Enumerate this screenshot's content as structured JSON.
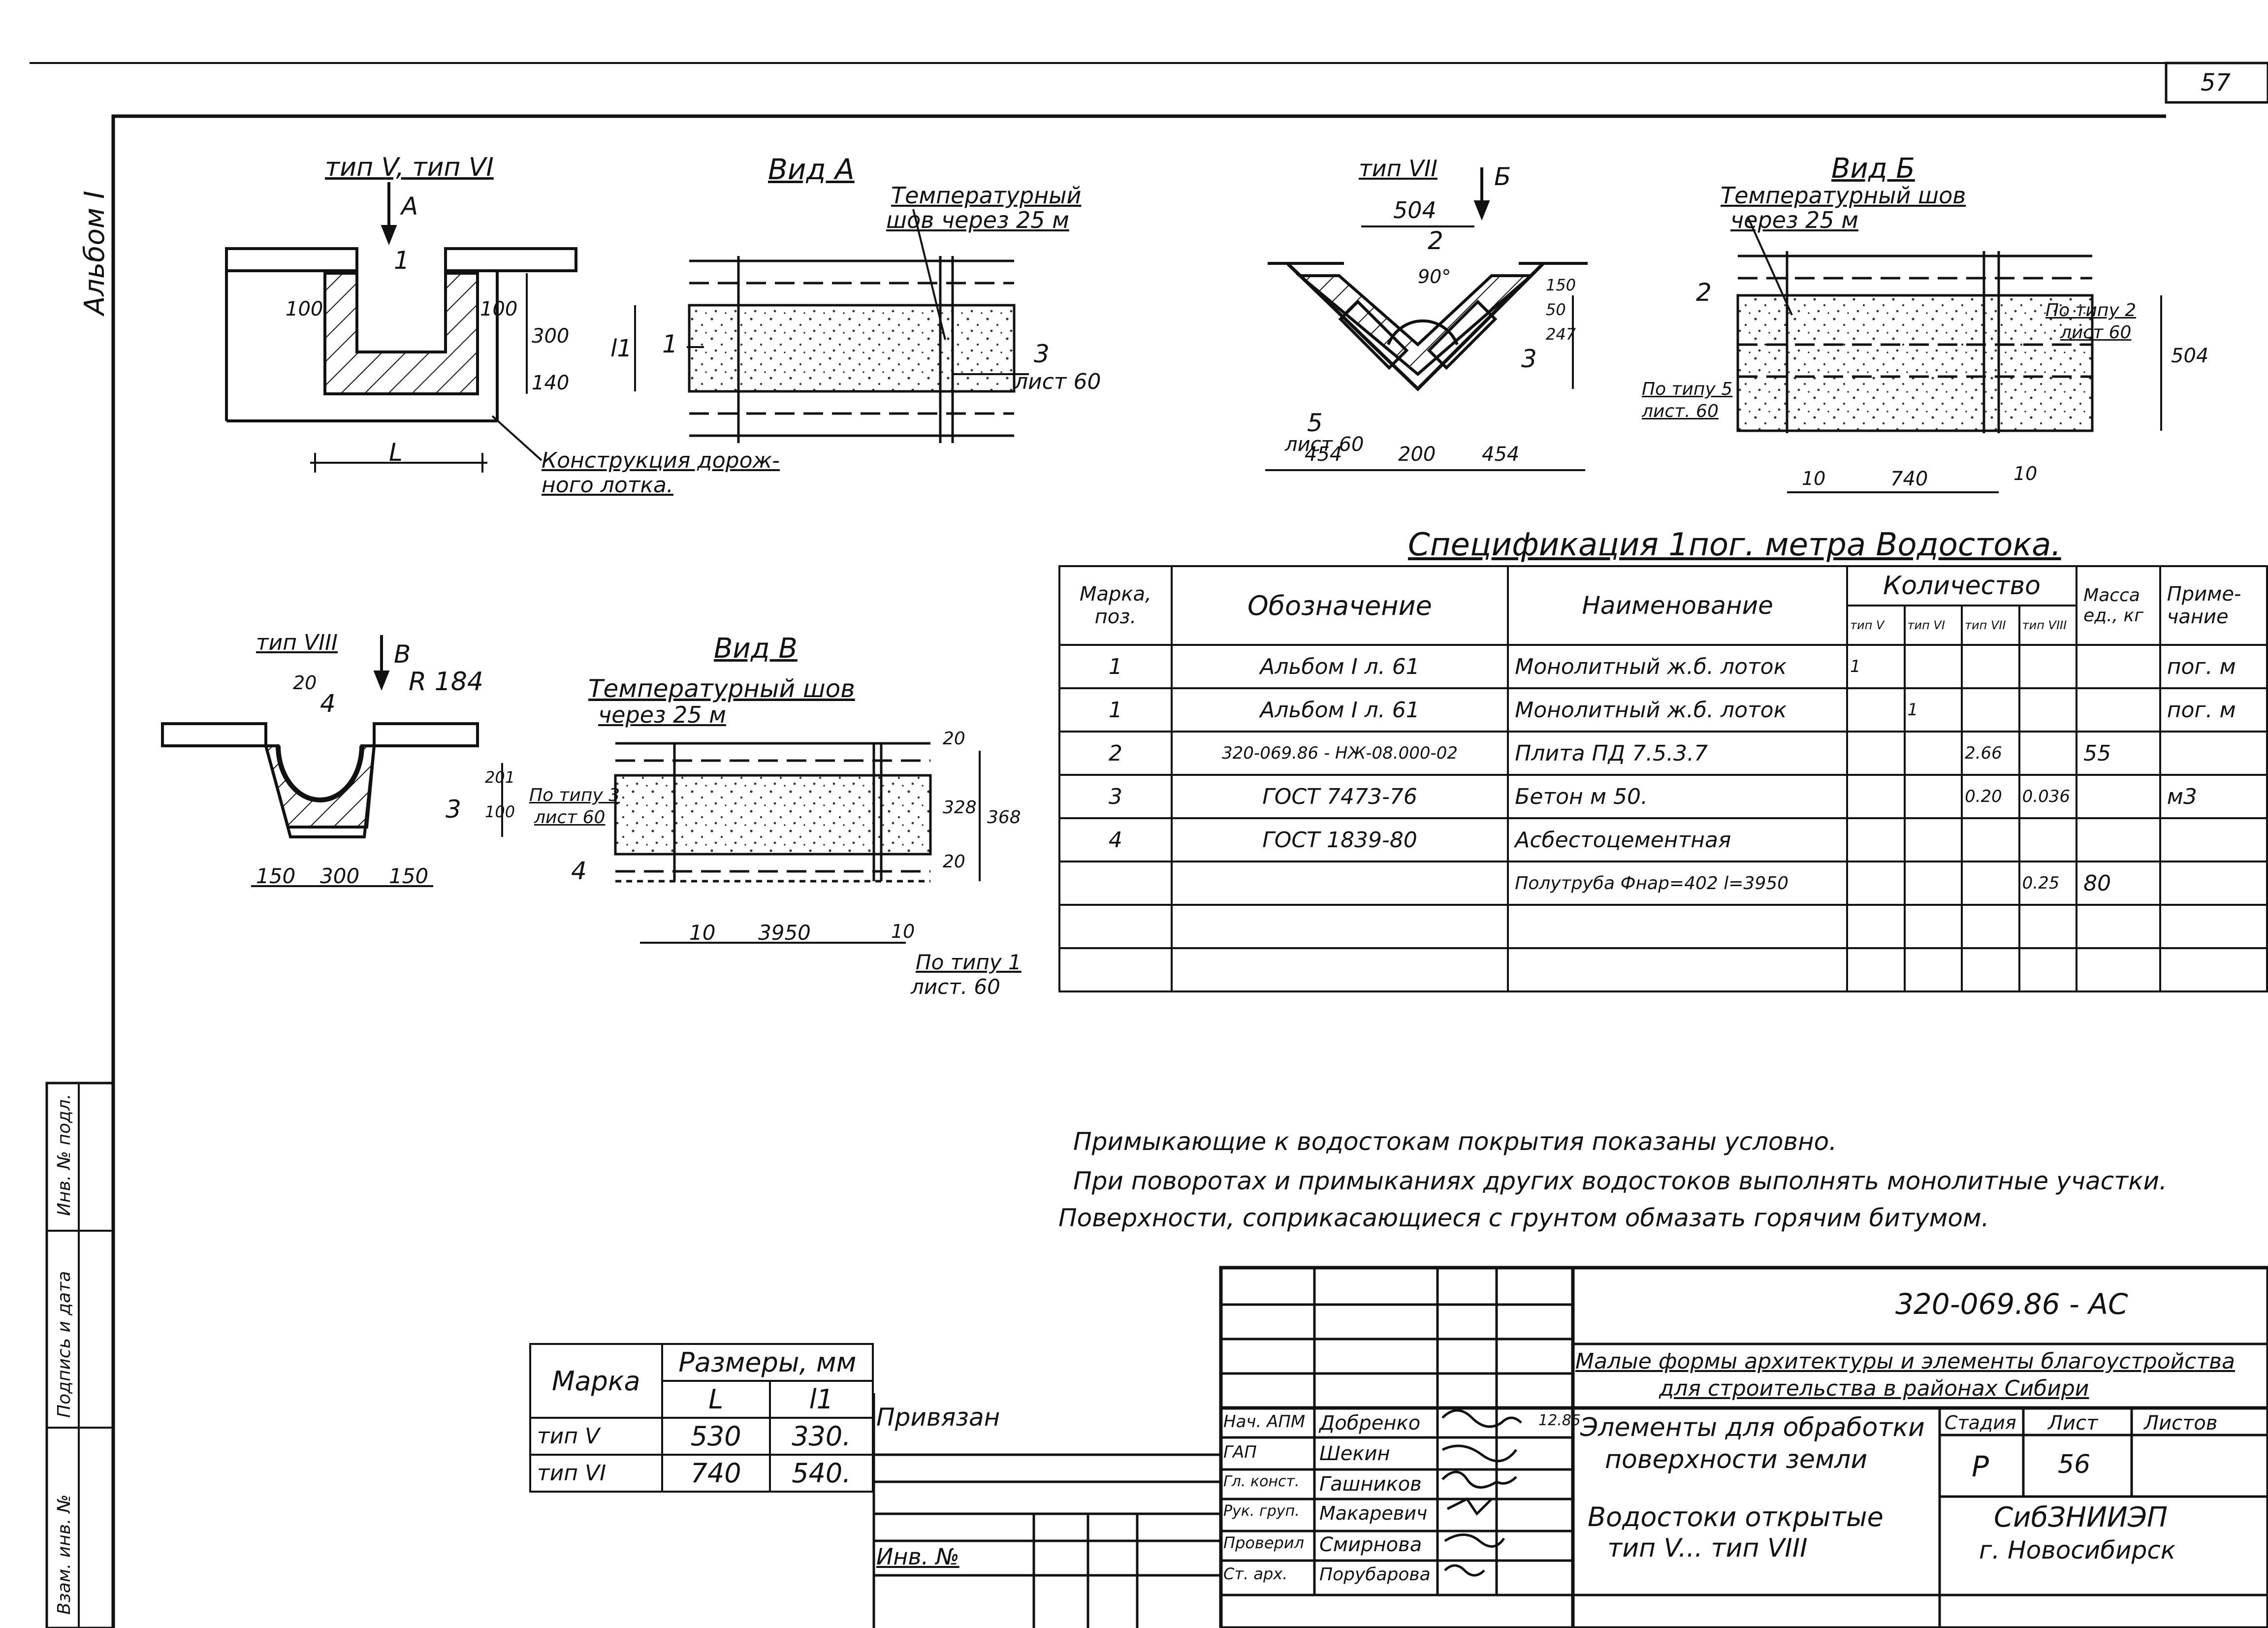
{
  "page_number": "57",
  "album": "Альбом I",
  "drawings": {
    "d1": {
      "title": "тип V, тип VI",
      "arrow": "А",
      "dim_100_left": "100",
      "dim_100_right": "100",
      "dim_300": "300",
      "dim_140": "140",
      "pos_1": "1",
      "dim_L": "L",
      "note_1": "Конструкция дорож-",
      "note_2": "ного лотка."
    },
    "d2": {
      "title": "Вид А",
      "note_1": "Температурный",
      "note_2": "шов через 25 м",
      "dim_l1": "l1",
      "pos_1": "1",
      "pos_3": "3",
      "sheet_ref": "лист 60"
    },
    "d3": {
      "title": "тип VII",
      "arrow": "Б",
      "dim_504": "504",
      "pos_2": "2",
      "angle": "90°",
      "dim_150": "150",
      "dim_50": "50",
      "dim_247": "247",
      "pos_3": "3",
      "pos_5": "5",
      "sheet_ref": "лист 60",
      "dim_454_left": "454",
      "dim_200": "200",
      "dim_454_right": "454"
    },
    "d4": {
      "title": "Вид Б",
      "note_1": "Температурный шов",
      "note_2": "через 25 м",
      "pos_2": "2",
      "ref_type2_1": "По типу 2",
      "ref_type2_2": "лист 60",
      "ref_type5_1": "По типу 5",
      "ref_type5_2": "лист. 60",
      "dim_504": "504",
      "dim_10_left": "10",
      "dim_740": "740",
      "dim_10_right": "10"
    },
    "d5": {
      "title": "тип VIII",
      "arrow": "В",
      "dim_20": "20",
      "radius": "R 184",
      "pos_4": "4",
      "pos_3": "3",
      "dim_100": "100",
      "dim_201": "201",
      "dim_150_left": "150",
      "dim_300": "300",
      "dim_150_right": "150"
    },
    "d6": {
      "title": "Вид В",
      "note_1": "Температурный шов",
      "note_2": "через 25 м",
      "ref_type3_1": "По типу 3",
      "ref_type3_2": "лист 60",
      "pos_4": "4",
      "dim_20_top": "20",
      "dim_328": "328",
      "dim_20_bottom": "20",
      "dim_368": "368",
      "dim_10_left": "10",
      "dim_3950": "3950",
      "dim_10_right": "10",
      "ref_type1_1": "По типу 1",
      "ref_type1_2": "лист. 60"
    }
  },
  "spec": {
    "title": "Спецификация 1пог. метра Водостока.",
    "headers": {
      "mark": "Марка, поз.",
      "designation": "Обозначение",
      "name": "Наименование",
      "quantity": "Количество",
      "q_types": [
        "тип V",
        "тип VI",
        "тип VII",
        "тип VIII"
      ],
      "mass": "Масса ед., кг",
      "note": "Приме-чание"
    },
    "rows": [
      {
        "mark": "1",
        "designation": "Альбом I л. 61",
        "name": "Монолитный ж.б. лоток",
        "q1": "1",
        "q2": "",
        "q3": "",
        "q4": "",
        "mass": "",
        "note": "пог. м"
      },
      {
        "mark": "1",
        "designation": "Альбом I л. 61",
        "name": "Монолитный ж.б. лоток",
        "q1": "",
        "q2": "1",
        "q3": "",
        "q4": "",
        "mass": "",
        "note": "пог. м"
      },
      {
        "mark": "2",
        "designation": "320-069.86 - НЖ-08.000-02",
        "name": "Плита ПД 7.5.3.7",
        "q1": "",
        "q2": "",
        "q3": "2.66",
        "q4": "",
        "mass": "55",
        "note": ""
      },
      {
        "mark": "3",
        "designation": "ГОСТ 7473-76",
        "name": "Бетон м 50.",
        "q1": "",
        "q2": "",
        "q3": "0.20",
        "q4": "0.036",
        "mass": "",
        "note": "м3"
      },
      {
        "mark": "4",
        "designation": "ГОСТ 1839-80",
        "name": "Асбестоцементная",
        "q1": "",
        "q2": "",
        "q3": "",
        "q4": "",
        "mass": "",
        "note": ""
      },
      {
        "mark": "",
        "designation": "",
        "name": "Полутруба Фнар=402 l=3950",
        "q1": "",
        "q2": "",
        "q3": "",
        "q4": "0.25",
        "mass": "80",
        "note": ""
      },
      {
        "mark": "",
        "designation": "",
        "name": "",
        "q1": "",
        "q2": "",
        "q3": "",
        "q4": "",
        "mass": "",
        "note": ""
      },
      {
        "mark": "",
        "designation": "",
        "name": "",
        "q1": "",
        "q2": "",
        "q3": "",
        "q4": "",
        "mass": "",
        "note": ""
      }
    ]
  },
  "notes": [
    "Примыкающие к водостокам покрытия показаны условно.",
    "При поворотах и примыканиях других водостоков выполнять монолитные участки.",
    "Поверхности, соприкасающиеся с грунтом обмазать горячим битумом."
  ],
  "dims_table": {
    "h_mark": "Марка",
    "h_sizes": "Размеры, мм",
    "h_L": "L",
    "h_l1": "l1",
    "rows": [
      {
        "mark": "тип V",
        "L": "530",
        "l1": "330."
      },
      {
        "mark": "тип VI",
        "L": "740",
        "l1": "540."
      }
    ]
  },
  "binding": {
    "label": "Привязан",
    "inv": "Инв. №"
  },
  "title_block": {
    "code": "320-069.86 -  АС",
    "project_1": "Малые формы архитектуры и элементы благоустройства",
    "project_2": "для строительства в районах Сибири",
    "sheet_title_1": "Элементы для обработки",
    "sheet_title_2": "поверхности земли",
    "drawing_title_1": "Водостоки открытые",
    "drawing_title_2": "тип V... тип VIII",
    "stage_h": "Стадия",
    "sheet_h": "Лист",
    "sheets_h": "Листов",
    "stage": "Р",
    "sheet": "56",
    "org_1": "СибЗНИИЭП",
    "org_2": "г. Новосибирск",
    "date": "12.85",
    "staff": [
      {
        "role": "Нач. АПМ",
        "name": "Добренко"
      },
      {
        "role": "ГАП",
        "name": "Шекин"
      },
      {
        "role": "Гл. конст.",
        "name": "Гашников"
      },
      {
        "role": "Рук. груп.",
        "name": "Макаревич"
      },
      {
        "role": "Проверил",
        "name": "Смирнова"
      },
      {
        "role": "Ст. арх.",
        "name": "Порубарова"
      }
    ]
  },
  "side_stamp": [
    "Инв. № подл.",
    "Подпись и дата",
    "Взам. инв. №"
  ]
}
